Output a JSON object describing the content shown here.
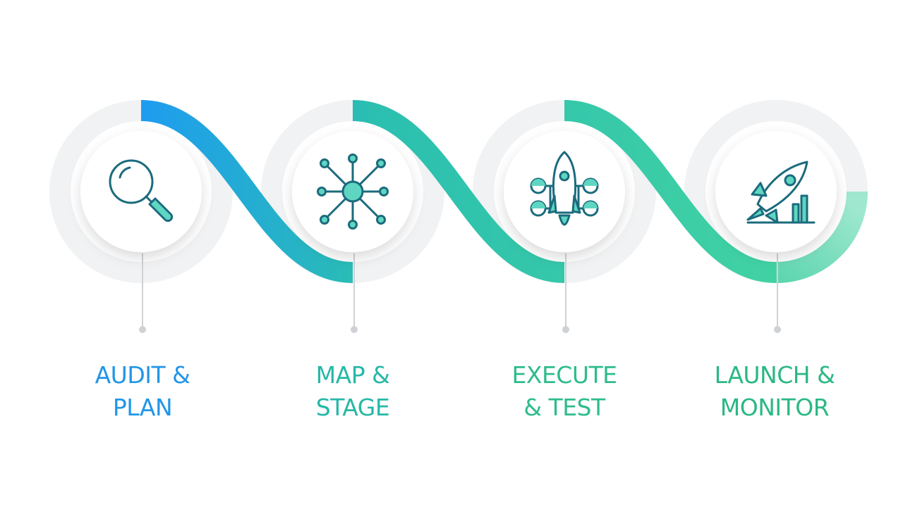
{
  "colors": {
    "gradient_start": "#1e9cf0",
    "gradient_mid": "#2bbfb0",
    "gradient_end": "#3fd19a",
    "icon_stroke": "#1b6b7d",
    "icon_fill_light": "#5fd6c2",
    "halo": "#f0f1f2",
    "connector": "#cfd2d5"
  },
  "steps": [
    {
      "line1": "AUDIT &",
      "line2": "PLAN",
      "icon": "magnifier-icon",
      "color": "#2196e8"
    },
    {
      "line1": "MAP &",
      "line2": "STAGE",
      "icon": "network-hub-icon",
      "color": "#26b8a6"
    },
    {
      "line1": "EXECUTE",
      "line2": "& TEST",
      "icon": "rocket-nodes-icon",
      "color": "#2ebc8c"
    },
    {
      "line1": "LAUNCH &",
      "line2": "MONITOR",
      "icon": "rocket-launch-chart-icon",
      "color": "#2bb884"
    }
  ]
}
